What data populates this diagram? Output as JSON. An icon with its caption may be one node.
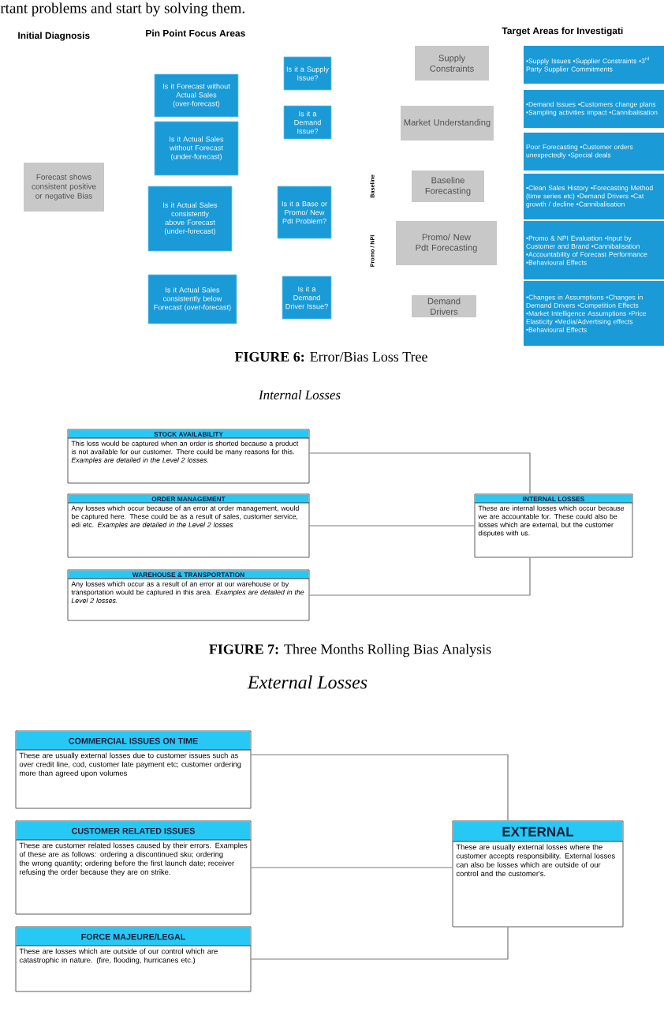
{
  "diagram": {
    "nodes": [
      {
        "text": [
          "Forecast shows consistent positive or negative Bias"
        ]
      },
      {
        "text": [
          "Is it  Forecast without Actual Sales (over-forecast)"
        ]
      },
      {
        "text": [
          "Is it Actual Sales without Forecast (under-forecast)"
        ]
      },
      {
        "text": [
          "Is it Actual Sales consistently above Forecast (under-forecast)"
        ]
      },
      {
        "text": [
          "Is it Actual Sales consistently below Forecast (over-forecast)"
        ]
      },
      {
        "text": [
          "Is it a Supply Issue?"
        ]
      },
      {
        "text": [
          "Is it a Demand Issue?"
        ]
      },
      {
        "text": [
          "Is it a Base or Promo/ New Pdt Problem?"
        ]
      },
      {
        "text": [
          "Is it a Demand Driver Issue?"
        ]
      },
      {
        "text": [
          "Supply Constraints"
        ]
      },
      {
        "text": [
          "Market Understanding"
        ]
      },
      {
        "text": [
          "Baseline Forecasting"
        ]
      },
      {
        "text": [
          "Promo/ New Pdt Forecasting"
        ]
      },
      {
        "text": [
          "Demand Drivers"
        ]
      },
      {
        "text": [
          "•Supply Issues •Supplier Constraints •3$^{rd}$ Party Supplier Commitments"
        ]
      },
      {
        "text": [
          "•Demand Issues •Customers change plans •Sampling activities impact •Cannibalisation"
        ]
      },
      {
        "text": [
          "Poor Forecasting •Customer orders unexpectedly •Special deals"
        ]
      },
      {
        "text": [
          "•Clean Sales History •Forecasting Method (time series etc) •Demand Drivers •Cat growth / decline •Cannibalisation"
        ]
      },
      {
        "text": [
          "•Promo & NPI Evaluation •Input by Customer and Brand •Cannibalisation •Accountability of Forecast Performance •Behavioural Effects"
        ]
      },
      {
        "text": [
          "•Changes in Assumptions •Changes in Demand Drivers •Competition Effects •Market Intelligence Assumptions •Price Elasticity •Media/Advertising effects •Behavioural Effects"
        ]
      },
      {
        "text": [
          "STOCK AVAILABILITY",
          "This loss would be captured when an order is shorted because a product is not available for our customer.  There could be many reasons for this. *Examples are detailed in the Level 2 losses.*"
        ]
      },
      {
        "text": [
          "ORDER MANAGEMENT",
          "Any losses which occur because of an error at order management, would be captured here. These could be as a result of sales, customer service, edi etc. *Examples are detailed in the Level 2 losses*"
        ]
      },
      {
        "text": [
          "WAREHOUSE & TRANSPORTATION",
          "Any losses which occur as a result of an error at our warehouse or by transportation would be captured in this area. *Examples are detailed in the Level 2 losses.*"
        ]
      },
      {
        "text": [
          "INTERNAL LOSSES",
          "These are internal losses which occur because we are accountable for. These could also be losses which are external, but the customer disputes with us."
        ]
      },
      {
        "text": [
          "COMMERCIAL ISSUES ON TIME",
          "These are usually external losses due to customer issues such as over credit line, cod, customer late payment etc; customer ordering more than agreed upon volumes"
        ]
      },
      {
        "text": [
          "CUSTOMER RELATED ISSUES",
          "These are customer related losses caused by their errors.  Examples of these are as follows:  ordering a discontinued sku; ordering the wrong quantity; ordering before the first launch date; receiver refusing the order because they are on strike."
        ]
      },
      {
        "text": [
          "FORCE MAJEURE/LEGAL",
          "These are losses which are outside of our  control which are catastrophic in nature. (fire, flooding, hurricanes etc.)"
        ]
      },
      {
        "text": [
          "EXTERNAL",
          "These are usually external losses where the customer accepts responsibility. External losses can also be losses which are outside of our control and the customer's."
        ]
      }
    ],
    "edges": [
      {
        "from": 20,
        "to": 23,
        "arrow": "none"
      },
      {
        "from": 21,
        "to": 23,
        "arrow": "none"
      },
      {
        "from": 22,
        "to": 23,
        "arrow": "none"
      },
      {
        "from": 24,
        "to": 27,
        "arrow": "none"
      },
      {
        "from": 25,
        "to": 27,
        "arrow": "none"
      },
      {
        "from": 26,
        "to": 27,
        "arrow": "none"
      }
    ],
    "labels": [
      "rtant problems and start by solving them.",
      "Initial Diagnosis",
      "Pin Point Focus Areas",
      "Target Areas for Investigati",
      "Baseline",
      "Promo / NPI",
      "**FIGURE 6:** Error/Bias Loss Tree",
      "Internal Losses",
      "**FIGURE 7:** Three Months Rolling Bias Analysis",
      "External Losses"
    ]
  }
}
